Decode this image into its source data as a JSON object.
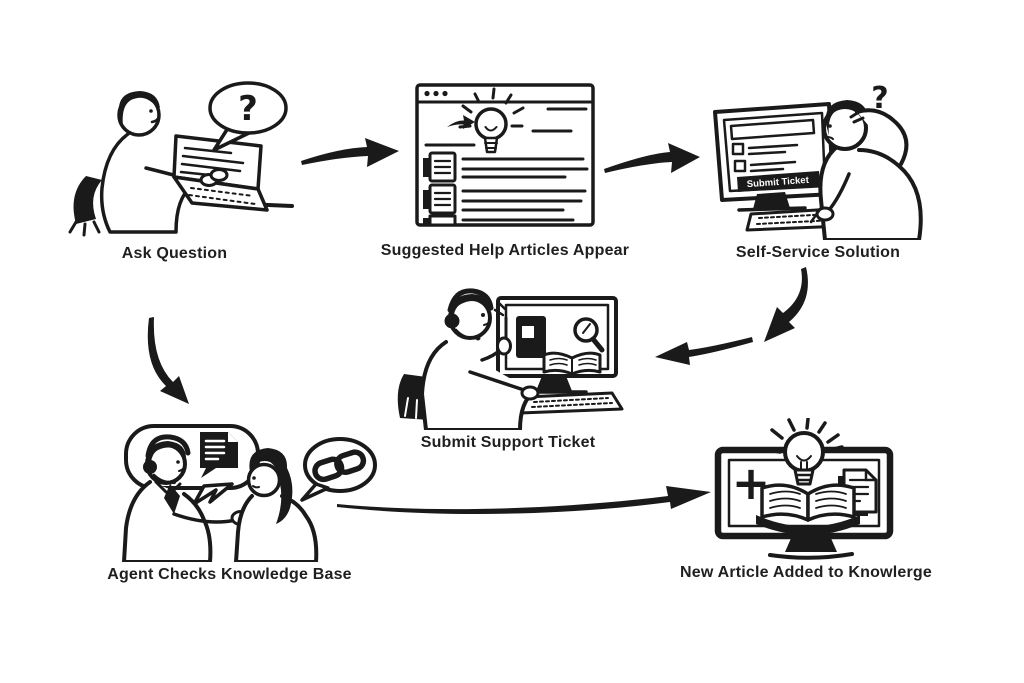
{
  "diagram": {
    "background_color": "#ffffff",
    "ink_color": "#1a1a1a",
    "steps": [
      {
        "id": "ask-question",
        "label": "Ask Question",
        "icon": "user-laptop-question-icon",
        "bubble_glyph": "?"
      },
      {
        "id": "suggested-articles",
        "label": "Suggested Help Articles Appear",
        "icon": "browser-help-articles-icon"
      },
      {
        "id": "self-service",
        "label": "Self-Service Solution",
        "icon": "confused-user-monitor-icon",
        "screen_button_label": "Submit Ticket",
        "bubble_glyph": "?"
      },
      {
        "id": "submit-ticket",
        "label": "Submit Support Ticket",
        "icon": "support-agent-monitor-icon"
      },
      {
        "id": "agent-knowledge-base",
        "label": "Agent Checks Knowledge Base",
        "icon": "agent-customer-conversation-icon"
      },
      {
        "id": "new-article",
        "label": "New Article Added to Knowlerge",
        "icon": "monitor-open-book-lightbulb-icon",
        "plus_glyph": "+"
      }
    ],
    "connections": [
      {
        "from": "ask-question",
        "to": "suggested-articles"
      },
      {
        "from": "suggested-articles",
        "to": "self-service"
      },
      {
        "from": "self-service",
        "to": "submit-ticket"
      },
      {
        "from": "ask-question",
        "to": "agent-knowledge-base"
      },
      {
        "from": "agent-knowledge-base",
        "to": "new-article"
      }
    ]
  }
}
